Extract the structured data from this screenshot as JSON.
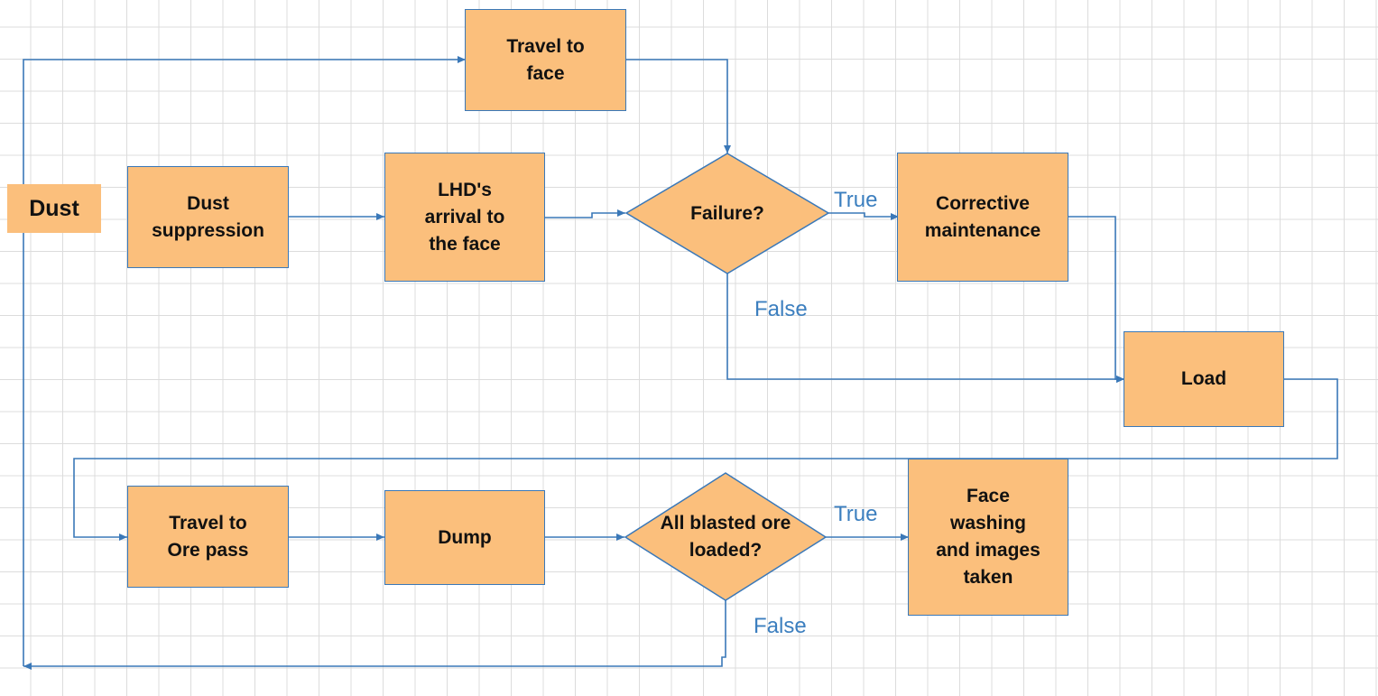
{
  "diagram": {
    "nodes": {
      "travel_to_face": "Travel to\nface",
      "dust_suppression": "Dust\nsuppression",
      "lhd_arrival": "LHD's\narrival to\nthe face",
      "failure_decision": "Failure?",
      "corrective_maintenance": "Corrective\nmaintenance",
      "load": "Load",
      "travel_to_ore_pass": "Travel to\nOre pass",
      "dump": "Dump",
      "all_loaded_decision": "All blasted ore\nloaded?",
      "face_washing": "Face\nwashing\nand images\ntaken"
    },
    "side_tag": "Dust",
    "edge_labels": {
      "failure_true": "True",
      "failure_false": "False",
      "loaded_true": "True",
      "loaded_false": "False"
    },
    "colors": {
      "node_fill": "#fbbf7c",
      "node_border": "#3a78b8",
      "connector": "#3a78b8",
      "edge_label": "#3c7fbf",
      "grid": "#dcdcdc"
    }
  }
}
